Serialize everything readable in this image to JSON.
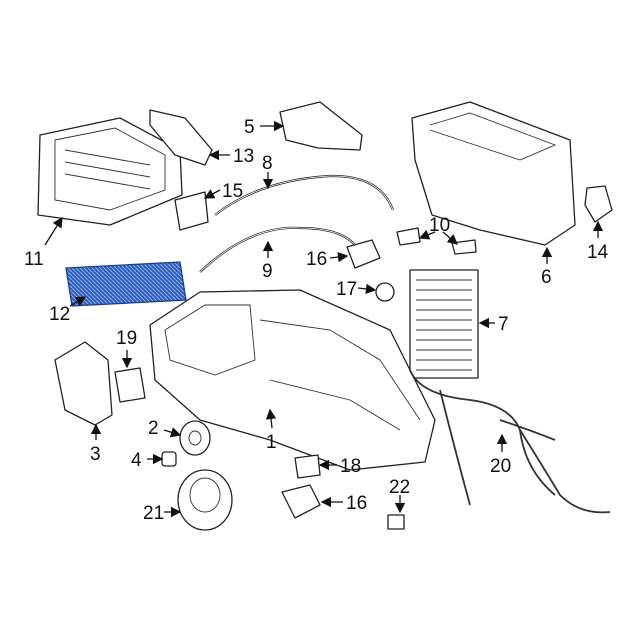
{
  "diagram": {
    "title": "HVAC assembly exploded parts diagram",
    "highlight_color": "#2f5fbf",
    "callouts": {
      "c1": "1",
      "c2": "2",
      "c3": "3",
      "c4": "4",
      "c5": "5",
      "c6": "6",
      "c7": "7",
      "c8": "8",
      "c9": "9",
      "c10": "10",
      "c11": "11",
      "c12": "12",
      "c13": "13",
      "c14": "14",
      "c15": "15",
      "c16a": "16",
      "c16b": "16",
      "c17": "17",
      "c18": "18",
      "c19": "19",
      "c20": "20",
      "c21": "21",
      "c22": "22"
    }
  }
}
